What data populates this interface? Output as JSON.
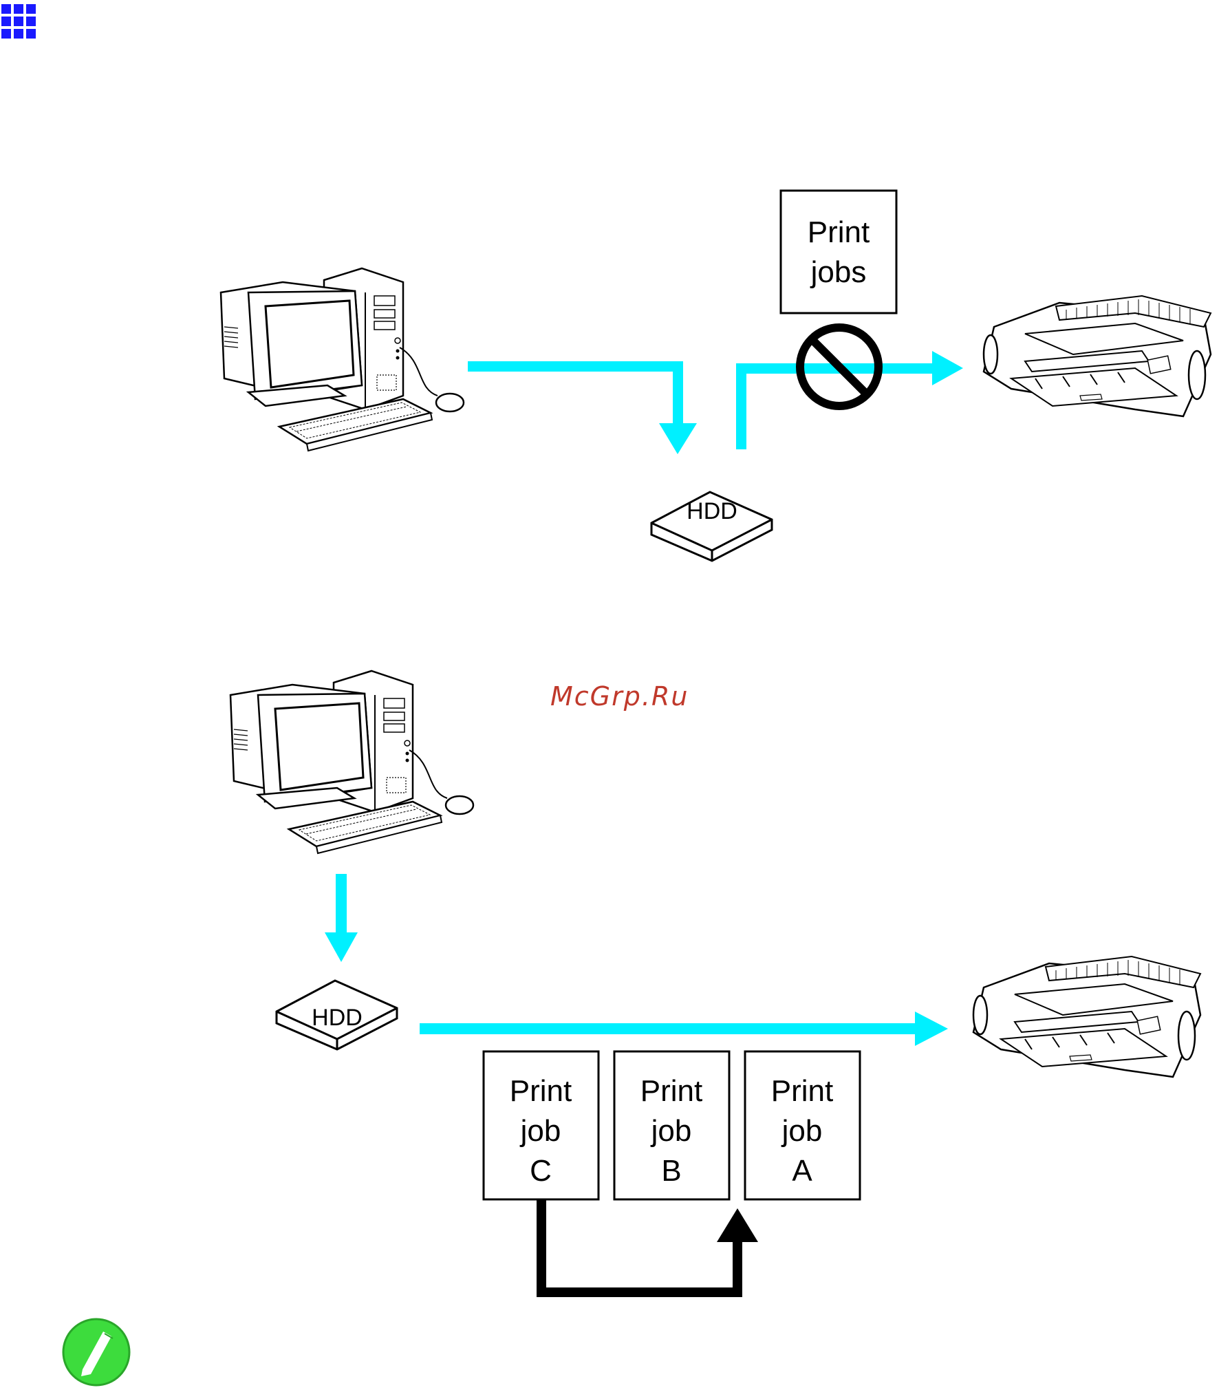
{
  "header": {
    "icon": "grid-icon",
    "icon_color": "#1a1aff"
  },
  "colors": {
    "flow_arrow": "#00f0ff",
    "reorder_arrow": "#000000",
    "watermark": "#c0392b",
    "note_icon": "#3ddc3d"
  },
  "diagram_top": {
    "hdd_label": "HDD",
    "print_jobs_line1": "Print",
    "print_jobs_line2": "jobs",
    "blocked_icon": "prohibited-icon"
  },
  "watermark": "McGrp.Ru",
  "diagram_bottom": {
    "hdd_label": "HDD",
    "jobs": [
      {
        "line1": "Print",
        "line2": "job",
        "line3": "C"
      },
      {
        "line1": "Print",
        "line2": "job",
        "line3": "B"
      },
      {
        "line1": "Print",
        "line2": "job",
        "line3": "A"
      }
    ]
  },
  "footer": {
    "icon": "note-pencil-icon"
  }
}
